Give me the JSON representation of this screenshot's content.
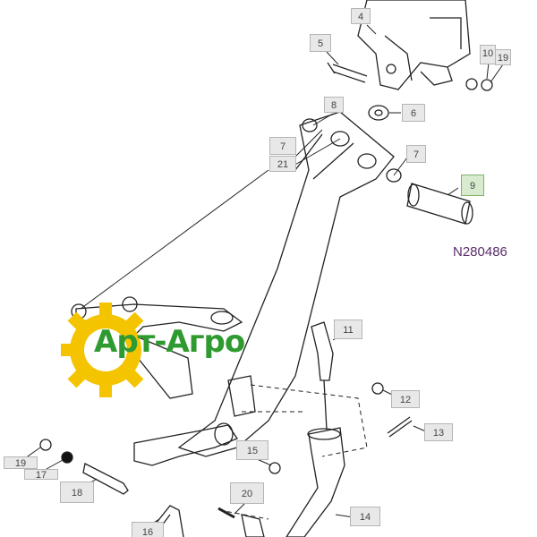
{
  "diagram_code": "N280486",
  "logo_text": "Арт-Агро",
  "colors": {
    "logo_gear": "#f5c400",
    "logo_text": "#2f9a2f",
    "code_text": "#5a2d6b",
    "highlight_box": "#d8ebcf"
  },
  "callouts": {
    "c4": "4",
    "c5": "5",
    "c10": "10",
    "c19a": "19",
    "c6": "6",
    "c8": "8",
    "c7a": "7",
    "c21": "21",
    "c7b": "7",
    "c9": "9",
    "c11": "11",
    "c12": "12",
    "c13": "13",
    "c15": "15",
    "c19b": "19",
    "c17": "17",
    "c18": "18",
    "c20": "20",
    "c16": "16",
    "c14": "14"
  }
}
